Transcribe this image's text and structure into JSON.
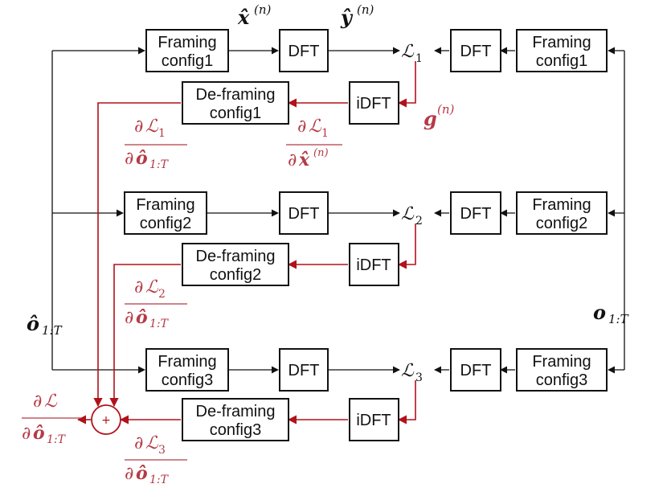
{
  "blocks": {
    "framing1": [
      "Framing",
      "config1"
    ],
    "framing2": [
      "Framing",
      "config2"
    ],
    "framing3": [
      "Framing",
      "config3"
    ],
    "deframing1": [
      "De-framing",
      "config1"
    ],
    "deframing2": [
      "De-framing",
      "config2"
    ],
    "deframing3": [
      "De-framing",
      "config3"
    ],
    "dft": "DFT",
    "idft": "iDFT",
    "sum": "+"
  },
  "labels": {
    "x_hat": "x̂",
    "y_hat": "ŷ",
    "sup_n": "(n)",
    "g": "g",
    "L": "ℒ",
    "L1_sub": "1",
    "L2_sub": "2",
    "L3_sub": "3",
    "partial": "∂",
    "o_hat": "ô",
    "o": "o",
    "range": "1:T"
  },
  "colors": {
    "forward": "#111111",
    "gradient": "#b0121b",
    "gradient_text": "#b53a46"
  }
}
